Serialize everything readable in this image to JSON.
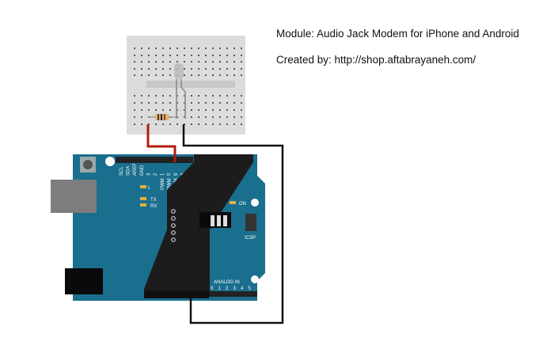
{
  "captions": {
    "module": "Module: Audio Jack Modem for iPhone and Android",
    "created_by": "Created by: http://shop.aftabrayaneh.com/"
  },
  "board": {
    "digital_pins": [
      "SCL",
      "SDA",
      "AREF",
      "GND",
      "3",
      "2",
      "1",
      "0",
      "9",
      "8"
    ],
    "pwm_labels": [
      "PWM",
      "PWM",
      "PWM"
    ],
    "led_l": "L",
    "led_tx": "TX",
    "led_rx": "RX",
    "led_on": "ON",
    "icsp": "ICSP",
    "analog_in": "ANALOG IN",
    "analog_pins": [
      "0",
      "1",
      "2",
      "3",
      "4",
      "5"
    ]
  },
  "colors": {
    "board": "#1a6e8e",
    "shield": "#1c1c1c",
    "wire_red": "#b01c10",
    "wire_black": "#111111",
    "breadboard": "#dcdcdc"
  }
}
